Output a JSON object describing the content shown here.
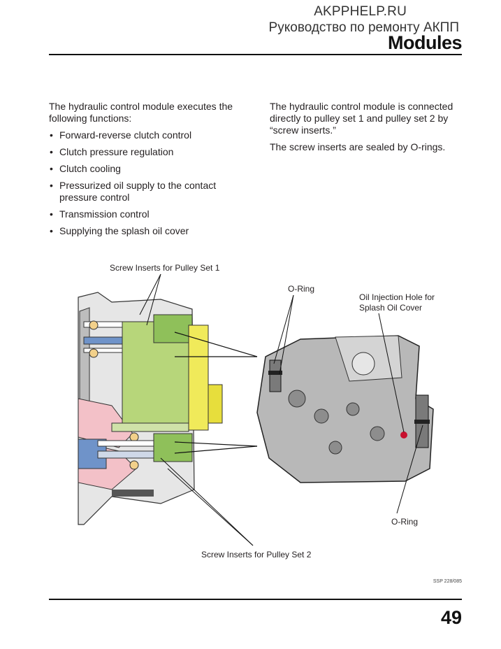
{
  "header": {
    "watermark": "AKPPHELP.RU",
    "subtitle": "Руководство по ремонту АКПП",
    "section_title": "Modules"
  },
  "left_column": {
    "intro": "The hydraulic control module executes the following functions:",
    "functions": [
      "Forward-reverse clutch control",
      "Clutch pressure regulation",
      "Clutch cooling",
      "Pressurized oil supply to the contact pressure control",
      "Transmission control",
      "Supplying the splash oil cover"
    ]
  },
  "right_column": {
    "para1": "The hydraulic control module is connected directly to pulley set 1 and pulley set 2 by “screw inserts.”",
    "para2": "The screw inserts are sealed by O-rings."
  },
  "figure": {
    "label_screw_inserts_1": "Screw Inserts for Pulley Set 1",
    "label_oring_top": "O-Ring",
    "label_oil_hole_line1": "Oil Injection Hole for",
    "label_oil_hole_line2": "Splash Oil Cover",
    "label_oring_bottom": "O-Ring",
    "label_screw_inserts_2": "Screw Inserts for Pulley Set 2"
  },
  "footer": {
    "figure_code": "SSP 228/085",
    "page_number": "49"
  }
}
